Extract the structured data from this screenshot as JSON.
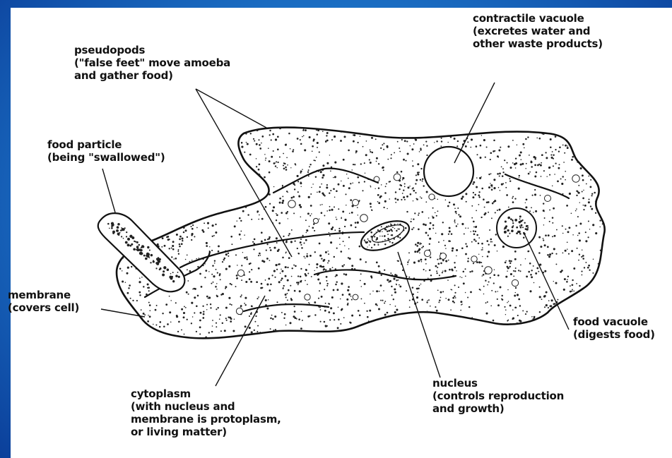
{
  "labels": {
    "contractile_vacuole": {
      "title": "contractile vacuole",
      "lines": [
        "(excretes water and",
        "other waste products)"
      ]
    },
    "pseudopods": {
      "title": "pseudopods",
      "lines": [
        "(\"false feet\" move amoeba",
        "and gather food)"
      ]
    },
    "food_particle": {
      "title": "food particle",
      "lines": [
        "(being \"swallowed\")"
      ]
    },
    "membrane": {
      "title": "membrane",
      "lines": [
        "(covers cell)"
      ]
    },
    "food_vacuole": {
      "title": "food vacuole",
      "lines": [
        "(digests food)"
      ]
    },
    "nucleus": {
      "title": "nucleus",
      "lines": [
        "(controls reproduction",
        "and growth)"
      ]
    },
    "cytoplasm": {
      "title": "cytoplasm",
      "lines": [
        "(with nucleus and",
        "membrane is protoplasm,",
        "or living matter)"
      ]
    }
  }
}
